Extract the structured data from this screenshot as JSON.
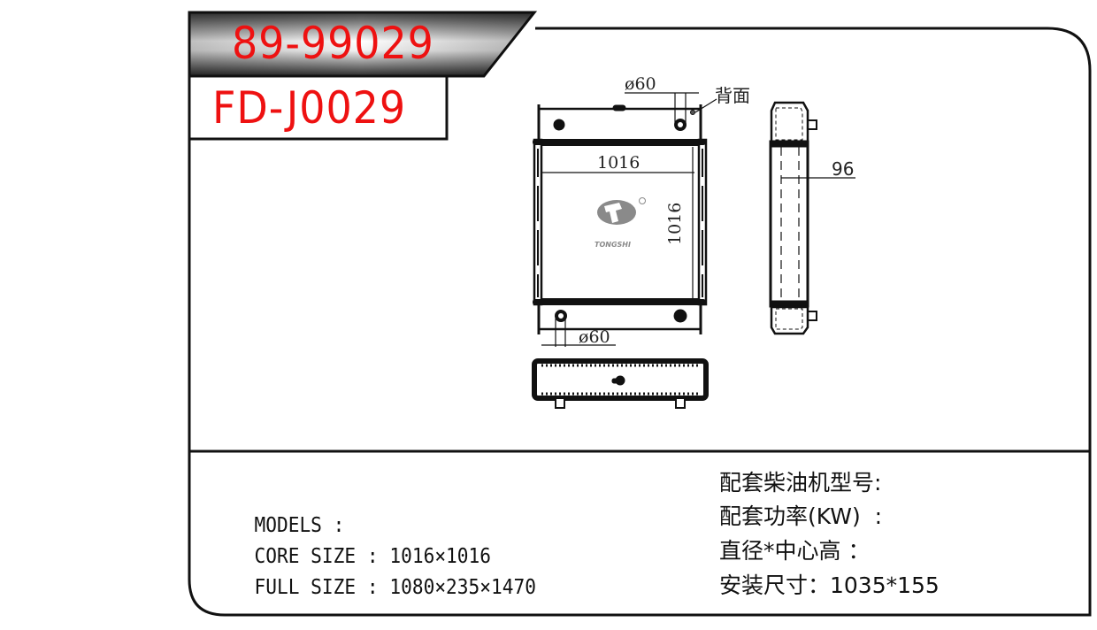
{
  "header": {
    "part_number": "89-99029",
    "model_code": "FD-J0029"
  },
  "drawing": {
    "front_view": {
      "inlet_diameter_label": "ø60",
      "outlet_diameter_label": "ø60",
      "core_width_label": "1016",
      "core_height_label": "1016",
      "back_side_note": "背面",
      "logo_text": "TONGSHI"
    },
    "side_view": {
      "depth_label": "96"
    }
  },
  "specs": {
    "models_label": "MODELS :",
    "models_value": "",
    "core_size_label": "CORE SIZE : ",
    "core_size_value": "1016×1016",
    "full_size_label": "FULL SIZE : ",
    "full_size_value": "1080×235×1470"
  },
  "specs_cn": {
    "engine_model": "配套柴油机型号:",
    "power": "配套功率(KW)  :",
    "diameter_center_height": "直径*中心高 ：",
    "install_size": "安装尺寸：1035*155"
  },
  "colors": {
    "title_red": "#ee1111",
    "line": "#111111",
    "logo_gray": "#8a8a8a"
  }
}
